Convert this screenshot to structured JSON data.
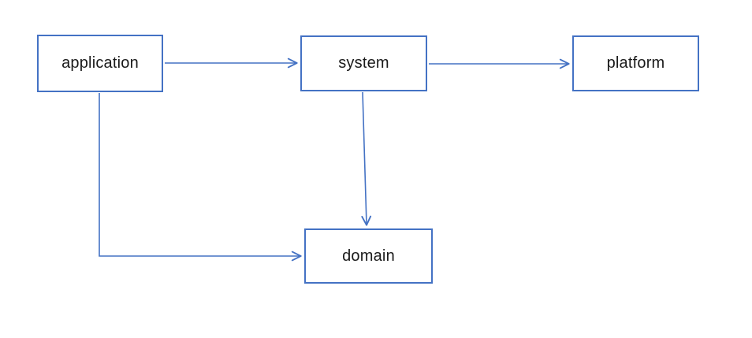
{
  "diagram": {
    "background_color": "#ffffff",
    "accent_color": "#4472c4",
    "text_color": "#1a1a1a",
    "nodes": [
      {
        "id": "application",
        "label": "application"
      },
      {
        "id": "system",
        "label": "system"
      },
      {
        "id": "platform",
        "label": "platform"
      },
      {
        "id": "domain",
        "label": "domain"
      }
    ],
    "edges": [
      {
        "from": "application",
        "to": "system",
        "style": "straight-right"
      },
      {
        "from": "system",
        "to": "platform",
        "style": "straight-right"
      },
      {
        "from": "system",
        "to": "domain",
        "style": "straight-down"
      },
      {
        "from": "application",
        "to": "domain",
        "style": "elbow-down-right"
      }
    ]
  }
}
